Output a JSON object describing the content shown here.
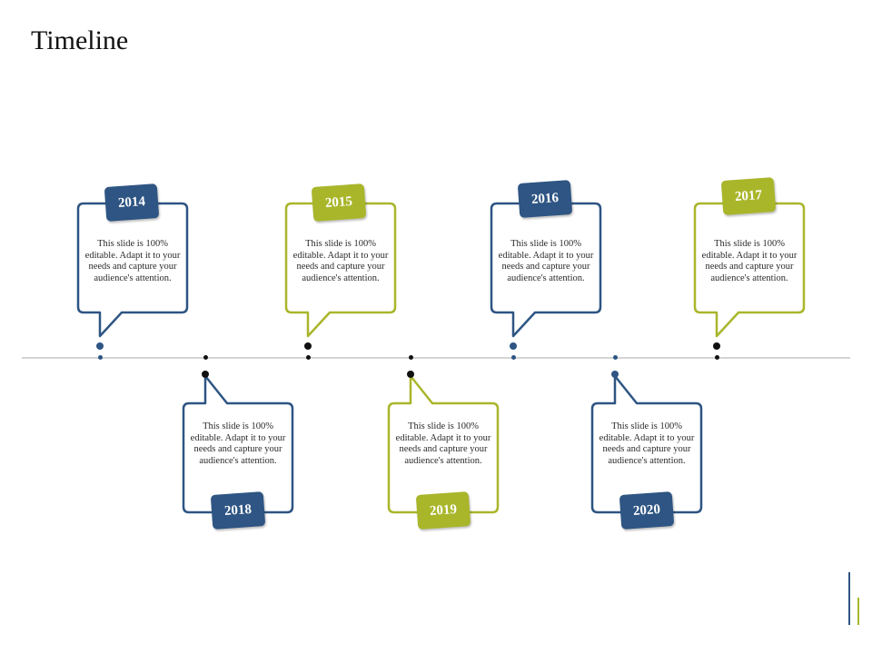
{
  "title": "Timeline",
  "colors": {
    "navy": "#2e5583",
    "olive": "#a9b62a",
    "dark": "#111111"
  },
  "events": [
    {
      "year": "2014",
      "text": "This slide is 100% editable. Adapt it to your needs and capture your audience's attention.",
      "color": "navy",
      "position": "top"
    },
    {
      "year": "2015",
      "text": "This slide is 100% editable. Adapt it to your needs and capture your audience's attention.",
      "color": "olive",
      "position": "top"
    },
    {
      "year": "2016",
      "text": "This slide is 100% editable. Adapt it to your needs and capture your audience's attention.",
      "color": "navy",
      "position": "top"
    },
    {
      "year": "2017",
      "text": "This slide is 100% editable. Adapt it to your needs and capture your audience's attention.",
      "color": "olive",
      "position": "top"
    },
    {
      "year": "2018",
      "text": "This slide is 100% editable. Adapt it to your needs and capture your audience's attention.",
      "color": "navy",
      "position": "bottom"
    },
    {
      "year": "2019",
      "text": "This slide is 100% editable. Adapt it to your needs and capture your audience's attention.",
      "color": "olive",
      "position": "bottom"
    },
    {
      "year": "2020",
      "text": "This slide is 100% editable. Adapt it to your needs and capture your audience's attention.",
      "color": "navy",
      "position": "bottom"
    }
  ]
}
